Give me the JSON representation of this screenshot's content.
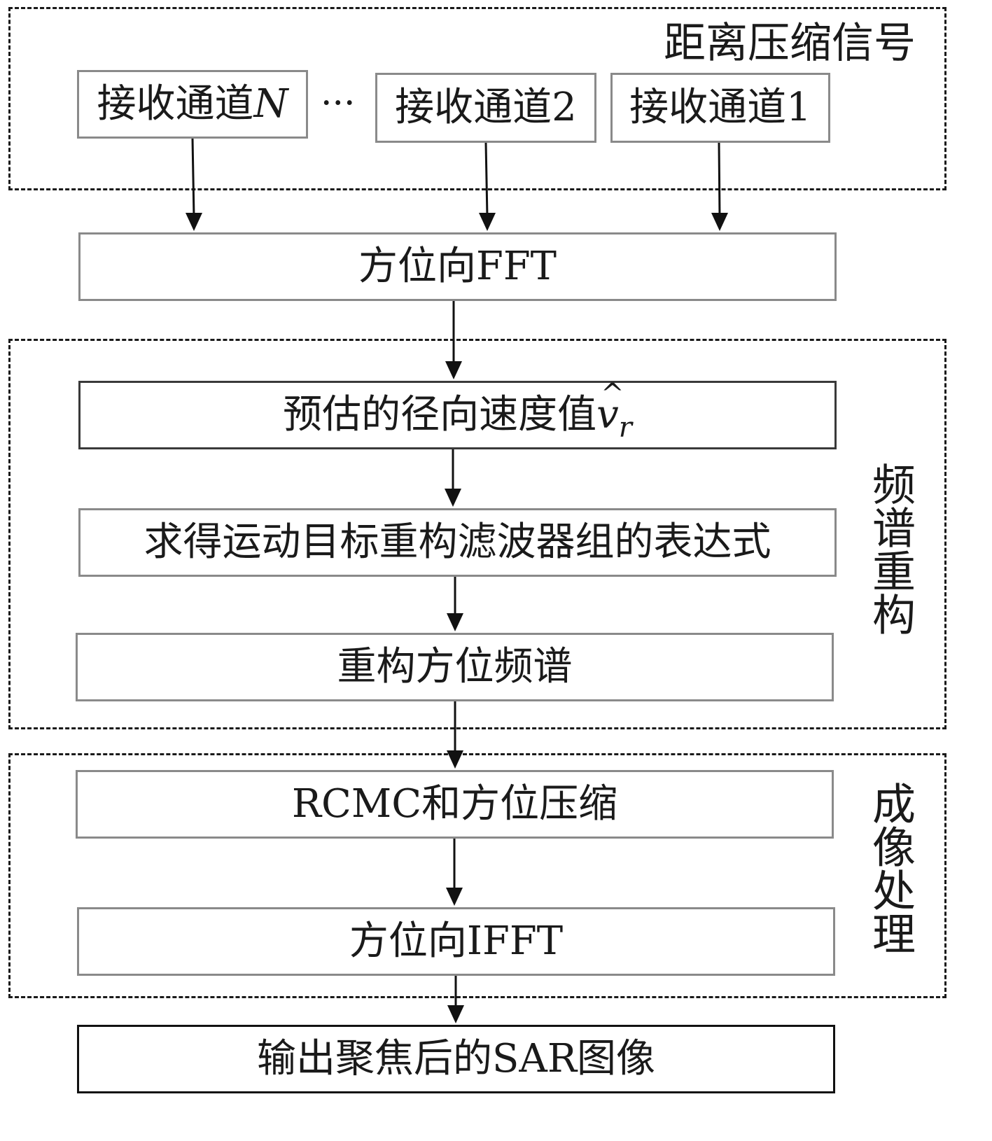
{
  "groups": {
    "range_compressed": {
      "label": "距离压缩信号"
    },
    "spectrum_reconstruction": {
      "label": "频谱重构"
    },
    "imaging": {
      "label": "成像处理"
    }
  },
  "channels": {
    "n": {
      "text": "接收通道",
      "index": "N"
    },
    "ellipsis": "···",
    "two": {
      "text": "接收通道2"
    },
    "one": {
      "text": "接收通道1"
    }
  },
  "steps": {
    "azimuth_fft": "方位向FFT",
    "velocity": {
      "text": "预估的径向速度值",
      "symbol": "v",
      "subscript": "r"
    },
    "filter_bank": "求得运动目标重构滤波器组的表达式",
    "reconstruct_spectrum": "重构方位频谱",
    "rcmc": "RCMC和方位压缩",
    "azimuth_ifft": "方位向IFFT",
    "output": "输出聚焦后的SAR图像"
  }
}
